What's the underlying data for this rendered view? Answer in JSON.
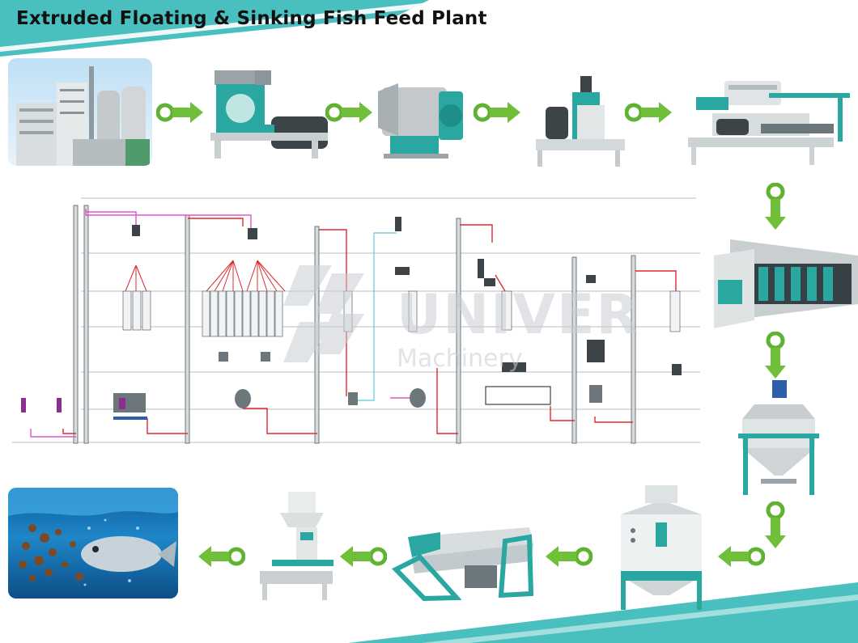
{
  "title": "Extruded Floating & Sinking Fish Feed Plant",
  "watermark": {
    "brand": "UNIVER",
    "sub": "Machinery"
  },
  "colors": {
    "accent_teal": "#49bfc0",
    "arrow_green": "#6fbf3a",
    "machine_teal": "#2aa7a1",
    "pipe_red": "#e0282f",
    "pipe_magenta": "#e255c8",
    "pipe_cyan": "#5cc8d8"
  },
  "process_steps": [
    {
      "name": "raw-material-silo-plant",
      "icon": "factory-silo-photo"
    },
    {
      "name": "hammer-mill",
      "icon": "hammer-mill-machine"
    },
    {
      "name": "mixer",
      "icon": "mixer-machine"
    },
    {
      "name": "pulverizer",
      "icon": "pulverizer-machine"
    },
    {
      "name": "extruder",
      "icon": "extruder-machine"
    },
    {
      "name": "dryer",
      "icon": "dryer-machine"
    },
    {
      "name": "oil-coater",
      "icon": "coater-machine"
    },
    {
      "name": "cooler",
      "icon": "counterflow-cooler"
    },
    {
      "name": "screener",
      "icon": "rotary-screener"
    },
    {
      "name": "packing-machine",
      "icon": "packing-machine"
    },
    {
      "name": "fish-feed-result",
      "icon": "fish-photo"
    }
  ]
}
